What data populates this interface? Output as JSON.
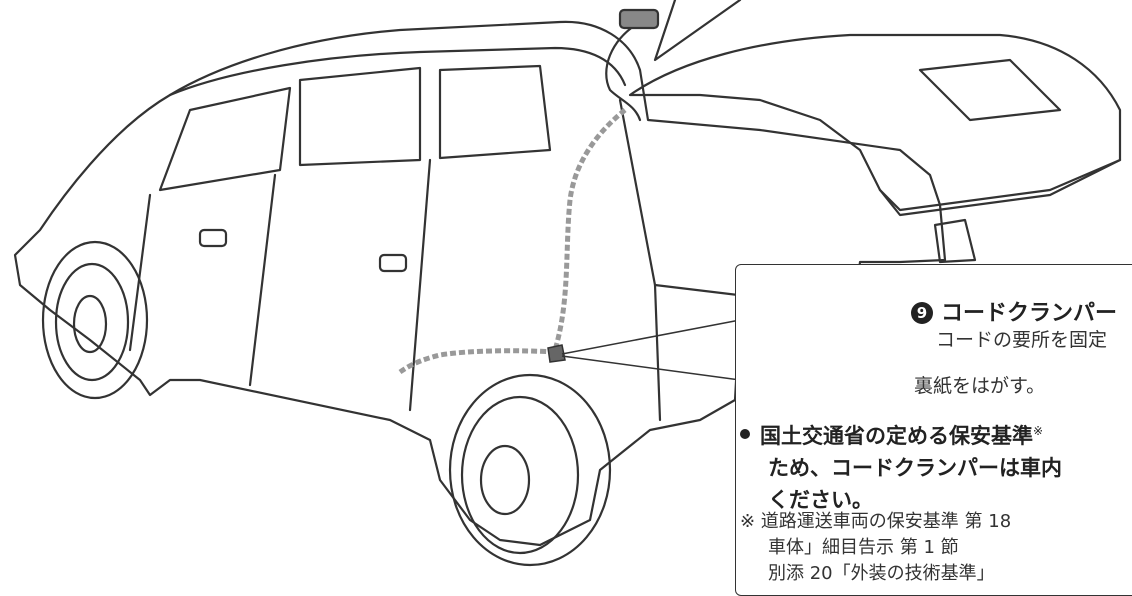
{
  "callout": {
    "item_number": "9",
    "item_title": "コードクランパー",
    "item_desc": "コードの要所を固定",
    "peel_label": "裏紙をはがす。",
    "bullet_line1": "国土交通省の定める保安基準",
    "bullet_mark": "※",
    "bullet_line2": "ため、コードクランパーは車内",
    "bullet_line3": "ください。",
    "note_line1": "※ 道路運送車両の保安基準 第 18",
    "note_line2": "車体」細目告示 第 1 節",
    "note_line3": "別添 20「外装の技術基準」"
  }
}
